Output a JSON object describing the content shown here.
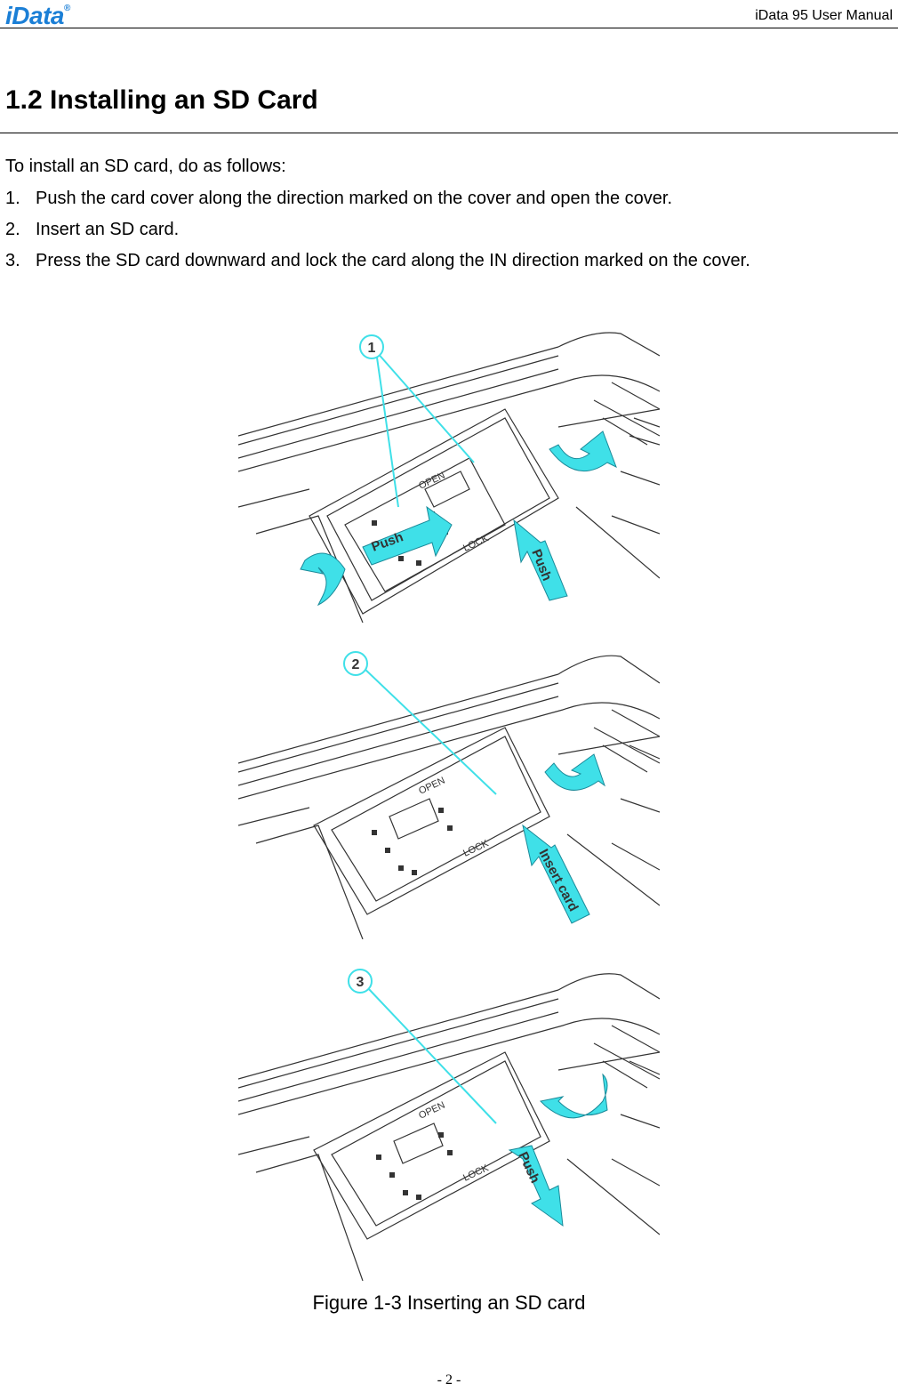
{
  "header": {
    "logo_text": "iData",
    "logo_mark": "®",
    "manual_title": "iData 95 User Manual"
  },
  "section": {
    "title": "1.2 Installing an SD Card",
    "intro": "To install an SD card, do as follows:"
  },
  "steps": [
    {
      "num": "1.",
      "text": "Push the card cover along the direction marked on the cover and open the cover."
    },
    {
      "num": "2.",
      "text": "Insert an SD card."
    },
    {
      "num": "3.",
      "text": "Press the SD card downward and lock the card along the IN direction marked on the cover."
    }
  ],
  "figures": [
    {
      "step": "1",
      "open_label": "OPEN",
      "lock_label": "LOCK",
      "arrow_labels": [
        "Push",
        "Push"
      ]
    },
    {
      "step": "2",
      "open_label": "OPEN",
      "lock_label": "LOCK",
      "arrow_labels": [
        "Insert card"
      ]
    },
    {
      "step": "3",
      "open_label": "OPEN",
      "lock_label": "LOCK",
      "arrow_labels": [
        "Push"
      ]
    }
  ],
  "caption": "Figure 1-3 Inserting an SD card",
  "page_number": "- 2 -",
  "colors": {
    "logo": "#1b7fd6",
    "arrow": "#3fe0e8",
    "arrow_stroke": "#1a8a99",
    "line_art": "#333333"
  }
}
